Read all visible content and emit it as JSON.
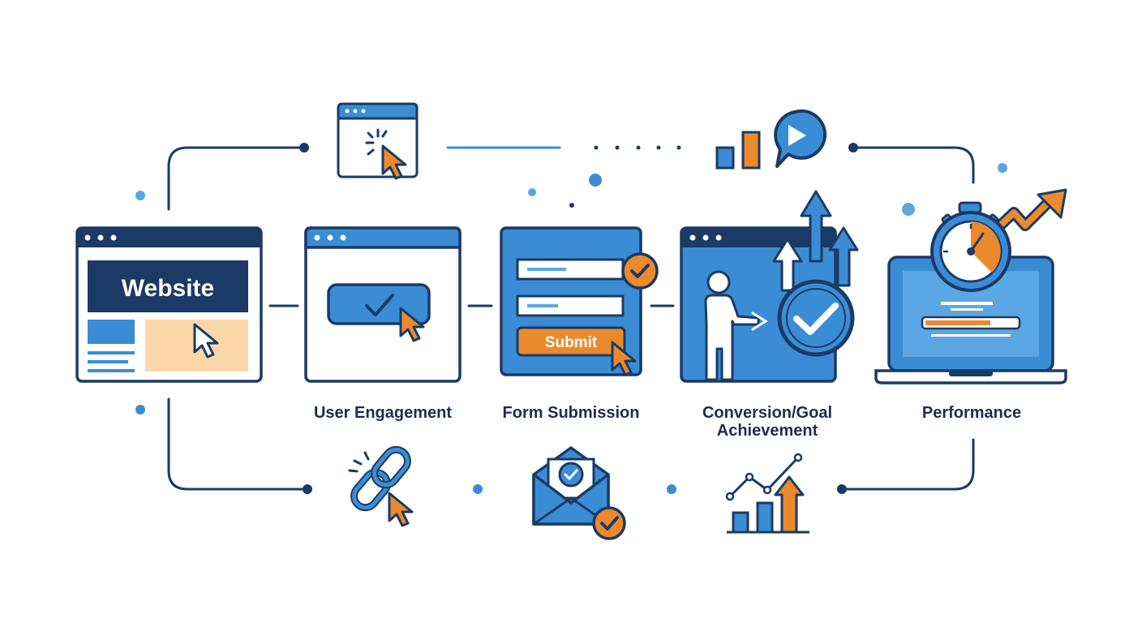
{
  "colors": {
    "navy": "#1b3a66",
    "blue": "#3a8dd4",
    "light_blue": "#5aa7e3",
    "orange": "#ea8a2c",
    "peach": "#fbd7a8",
    "ink": "#1f2d4a"
  },
  "steps": [
    {
      "id": "website",
      "panel_text": "Website",
      "icon": "website-browser-icon"
    },
    {
      "id": "engagement",
      "label": "User Engagement",
      "icon": "click-button-browser-icon"
    },
    {
      "id": "form",
      "label": "Form Submission",
      "button_text": "Submit",
      "icon": "form-browser-icon"
    },
    {
      "id": "conversion",
      "label_line1": "Conversion/Goal",
      "label_line2": "Achievement",
      "icon": "conversion-goal-icon"
    },
    {
      "id": "performance",
      "label": "Performance",
      "icon": "laptop-stopwatch-icon"
    }
  ],
  "side_icons": [
    "browser-click-icon",
    "bar-chart-play-icon",
    "link-click-icon",
    "email-check-icon",
    "growth-chart-icon"
  ]
}
